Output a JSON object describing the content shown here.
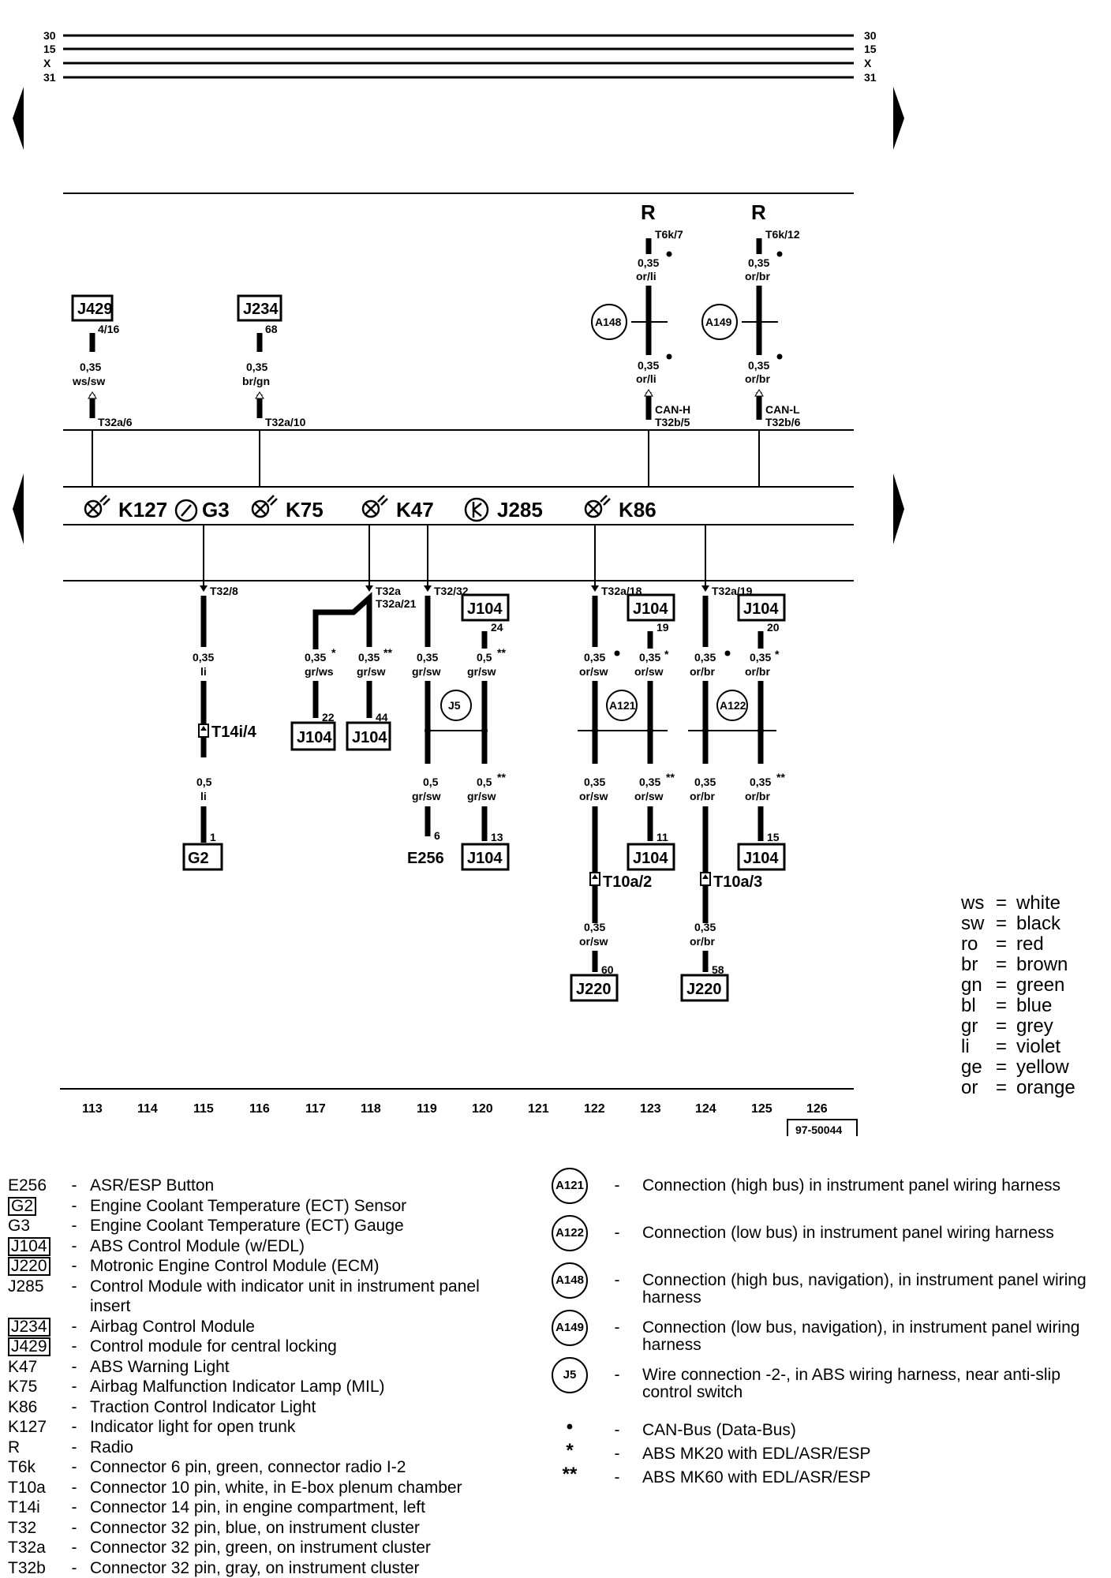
{
  "rails": [
    "30",
    "15",
    "X",
    "31"
  ],
  "components": {
    "J429": {
      "code": "J429",
      "pin": "4/16",
      "wire": "0,35",
      "color": "ws/sw",
      "conn": "T32a/6"
    },
    "J234": {
      "code": "J234",
      "pin": "68",
      "wire": "0,35",
      "color": "br/gn",
      "conn": "T32a/10"
    },
    "R1": {
      "code": "R",
      "pin": "T6k/7",
      "wire_top": "0,35",
      "color_top": "or/li",
      "junction": "A148",
      "wire_bot": "0,35",
      "color_bot": "or/li",
      "bus": "CAN-H",
      "conn": "T32b/5"
    },
    "R2": {
      "code": "R",
      "pin": "T6k/12",
      "wire_top": "0,35",
      "color_top": "or/br",
      "junction": "A149",
      "wire_bot": "0,35",
      "color_bot": "or/br",
      "bus": "CAN-L",
      "conn": "T32b/6"
    }
  },
  "cluster": {
    "K127": "K127",
    "G3": "G3",
    "K75": "K75",
    "K47": "K47",
    "J285": "J285",
    "K86": "K86"
  },
  "lower": {
    "c115": {
      "conn": "T32/8",
      "w1": "0,35",
      "c1": "li",
      "t14": "T14i/4",
      "w2": "0,5",
      "c2": "li",
      "pin": "1",
      "comp": "G2"
    },
    "c117": {
      "w": "0,35",
      "c": "gr/ws",
      "pin": "22",
      "comp": "J104",
      "mark": "*"
    },
    "c118": {
      "conn": "T32a/21",
      "w": "0,35",
      "c": "gr/sw",
      "pin": "44",
      "comp": "J104",
      "mark": "**"
    },
    "c119": {
      "conn": "T32/32",
      "w1": "0,35",
      "c1": "gr/sw",
      "w2": "0,5",
      "c2": "gr/sw",
      "pin": "6",
      "comp": "E256"
    },
    "c120": {
      "top": "J104",
      "toppin": "24",
      "w1": "0,5",
      "c1": "gr/sw",
      "junction": "J5",
      "w2": "0,5",
      "c2": "gr/sw",
      "pin": "13",
      "comp": "J104"
    },
    "c122": {
      "conn": "T32a/18",
      "w1": "0,35",
      "c1": "or/sw",
      "w2": "0,35",
      "c2": "or/sw",
      "t10": "T10a/2",
      "w3": "0,35",
      "c3": "or/sw",
      "pin": "60",
      "comp": "J220"
    },
    "c123": {
      "top": "J104",
      "toppin": "19",
      "w1": "0,35",
      "c1": "or/sw",
      "junction": "A121",
      "w2": "0,35",
      "c2": "or/sw",
      "pin": "11",
      "comp": "J104"
    },
    "c124": {
      "conn": "T32a/19",
      "w1": "0,35",
      "c1": "or/br",
      "w2": "0,35",
      "c2": "or/br",
      "t10": "T10a/3",
      "w3": "0,35",
      "c3": "or/br",
      "pin": "58",
      "comp": "J220"
    },
    "c125": {
      "top": "J104",
      "toppin": "20",
      "w1": "0,35",
      "c1": "or/br",
      "junction": "A122",
      "w2": "0,35",
      "c2": "or/br",
      "pin": "15",
      "comp": "J104"
    }
  },
  "columns": [
    "113",
    "114",
    "115",
    "116",
    "117",
    "118",
    "119",
    "120",
    "121",
    "122",
    "123",
    "124",
    "125",
    "126"
  ],
  "page_code": "97-50044",
  "color_legend": [
    {
      "k": "ws",
      "v": "white"
    },
    {
      "k": "sw",
      "v": "black"
    },
    {
      "k": "ro",
      "v": "red"
    },
    {
      "k": "br",
      "v": "brown"
    },
    {
      "k": "gn",
      "v": "green"
    },
    {
      "k": "bl",
      "v": "blue"
    },
    {
      "k": "gr",
      "v": "grey"
    },
    {
      "k": "li",
      "v": "violet"
    },
    {
      "k": "ge",
      "v": "yellow"
    },
    {
      "k": "or",
      "v": "orange"
    }
  ],
  "legend_left": [
    {
      "code": "E256",
      "boxed": false,
      "desc": "ASR/ESP Button"
    },
    {
      "code": "G2",
      "boxed": true,
      "desc": "Engine Coolant Temperature (ECT) Sensor"
    },
    {
      "code": "G3",
      "boxed": false,
      "desc": "Engine Coolant Temperature (ECT) Gauge"
    },
    {
      "code": "J104",
      "boxed": true,
      "desc": "ABS Control Module (w/EDL)"
    },
    {
      "code": "J220",
      "boxed": true,
      "desc": "Motronic Engine Control Module (ECM)"
    },
    {
      "code": "J285",
      "boxed": false,
      "desc": "Control Module with indicator unit in instrument panel insert"
    },
    {
      "code": "J234",
      "boxed": true,
      "desc": "Airbag Control Module"
    },
    {
      "code": "J429",
      "boxed": true,
      "desc": "Control module for central locking"
    },
    {
      "code": "K47",
      "boxed": false,
      "desc": "ABS Warning Light"
    },
    {
      "code": "K75",
      "boxed": false,
      "desc": "Airbag Malfunction Indicator Lamp (MIL)"
    },
    {
      "code": "K86",
      "boxed": false,
      "desc": "Traction Control Indicator Light"
    },
    {
      "code": "K127",
      "boxed": false,
      "desc": "Indicator light for open trunk"
    },
    {
      "code": "R",
      "boxed": false,
      "desc": "Radio"
    },
    {
      "code": "T6k",
      "boxed": false,
      "desc": "Connector 6 pin, green, connector radio I-2"
    },
    {
      "code": "T10a",
      "boxed": false,
      "desc": "Connector 10 pin, white, in E-box plenum chamber"
    },
    {
      "code": "T14i",
      "boxed": false,
      "desc": "Connector 14 pin, in engine compartment, left"
    },
    {
      "code": "T32",
      "boxed": false,
      "desc": "Connector 32 pin, blue, on instrument cluster"
    },
    {
      "code": "T32a",
      "boxed": false,
      "desc": "Connector 32 pin, green, on instrument cluster"
    },
    {
      "code": "T32b",
      "boxed": false,
      "desc": "Connector 32 pin, gray, on instrument cluster"
    }
  ],
  "legend_right": [
    {
      "sym": "A121",
      "desc": "Connection (high bus) in instrument panel wiring harness"
    },
    {
      "sym": "A122",
      "desc": "Connection (low bus) in instrument panel wiring harness"
    },
    {
      "sym": "A148",
      "desc": "Connection (high bus, navigation), in instrument panel wiring harness"
    },
    {
      "sym": "A149",
      "desc": "Connection (low bus, navigation), in instrument panel wiring harness"
    },
    {
      "sym": "J5",
      "desc": "Wire connection -2-, in ABS wiring harness, near anti-slip control switch"
    }
  ],
  "legend_notes": [
    {
      "mark": "•",
      "desc": "CAN-Bus (Data-Bus)"
    },
    {
      "mark": "*",
      "desc": "ABS MK20 with EDL/ASR/ESP"
    },
    {
      "mark": "**",
      "desc": "ABS MK60 with EDL/ASR/ESP"
    }
  ],
  "dash": "-"
}
